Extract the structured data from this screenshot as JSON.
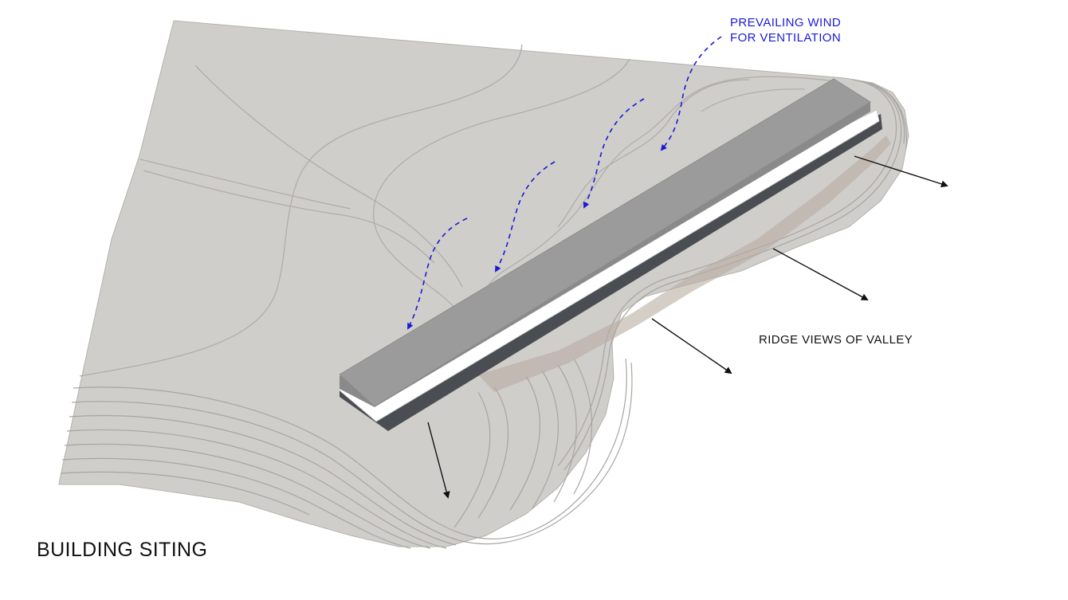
{
  "diagram": {
    "title": "BUILDING SITING",
    "wind_label": [
      "PREVAILING WIND",
      "FOR VENTILATION"
    ],
    "ridge_label": "RIDGE VIEWS OF VALLEY"
  },
  "colors": {
    "background": "#ffffff",
    "terrain": "#d0cecb",
    "terrain_stroke": "#b4b1ad",
    "contour": "#a8a5a1",
    "roof": "#9b9b9b",
    "glazing_band": "#ffffff",
    "base": "#4a4d52",
    "wind": "#1a1ad6",
    "view_arrow": "#111111",
    "text": "#111111"
  },
  "icons": {
    "wind_arrow": "dashed-curved-arrow",
    "view_arrow": "straight-arrow"
  }
}
